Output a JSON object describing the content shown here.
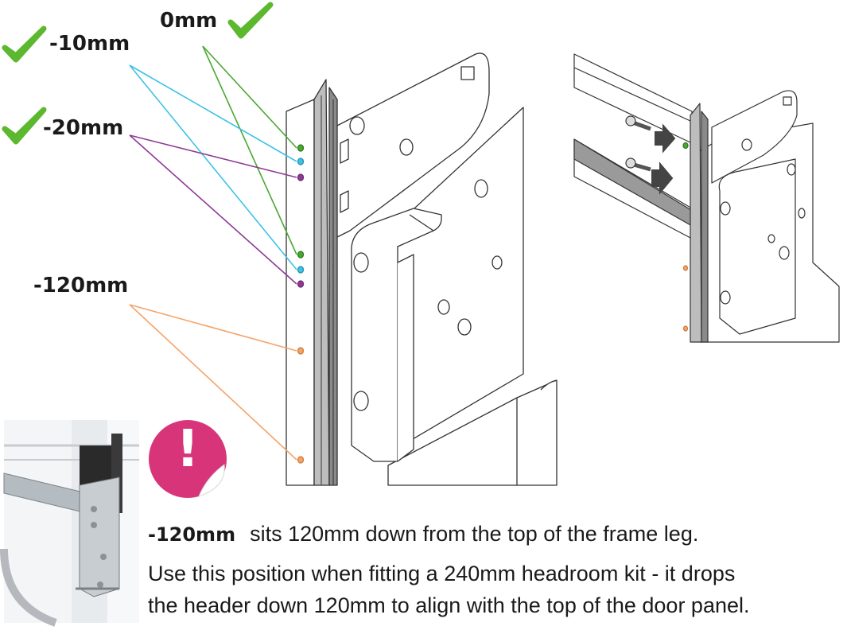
{
  "labels": {
    "pos_0": "0mm",
    "pos_minus10": "-10mm",
    "pos_minus20": "-20mm",
    "pos_minus120": "-120mm"
  },
  "note": {
    "term": "-120mm",
    "line1": "sits 120mm down from the top of the frame leg.",
    "line2": "Use this position when fitting a 240mm headroom kit - it drops",
    "line3": "the header down 120mm to align with the top of the door panel."
  },
  "warning_symbol": "!",
  "colors": {
    "check_green": "#5cb82e",
    "pos_0": "#4aa832",
    "pos_minus10": "#3ec2e6",
    "pos_minus20": "#8e3a96",
    "pos_minus120": "#f3a46a",
    "warning_pink": "#d8347a",
    "arrow": "#444444"
  },
  "icons": [
    "check-icon",
    "warning-sticker-icon",
    "arrow-icon"
  ]
}
